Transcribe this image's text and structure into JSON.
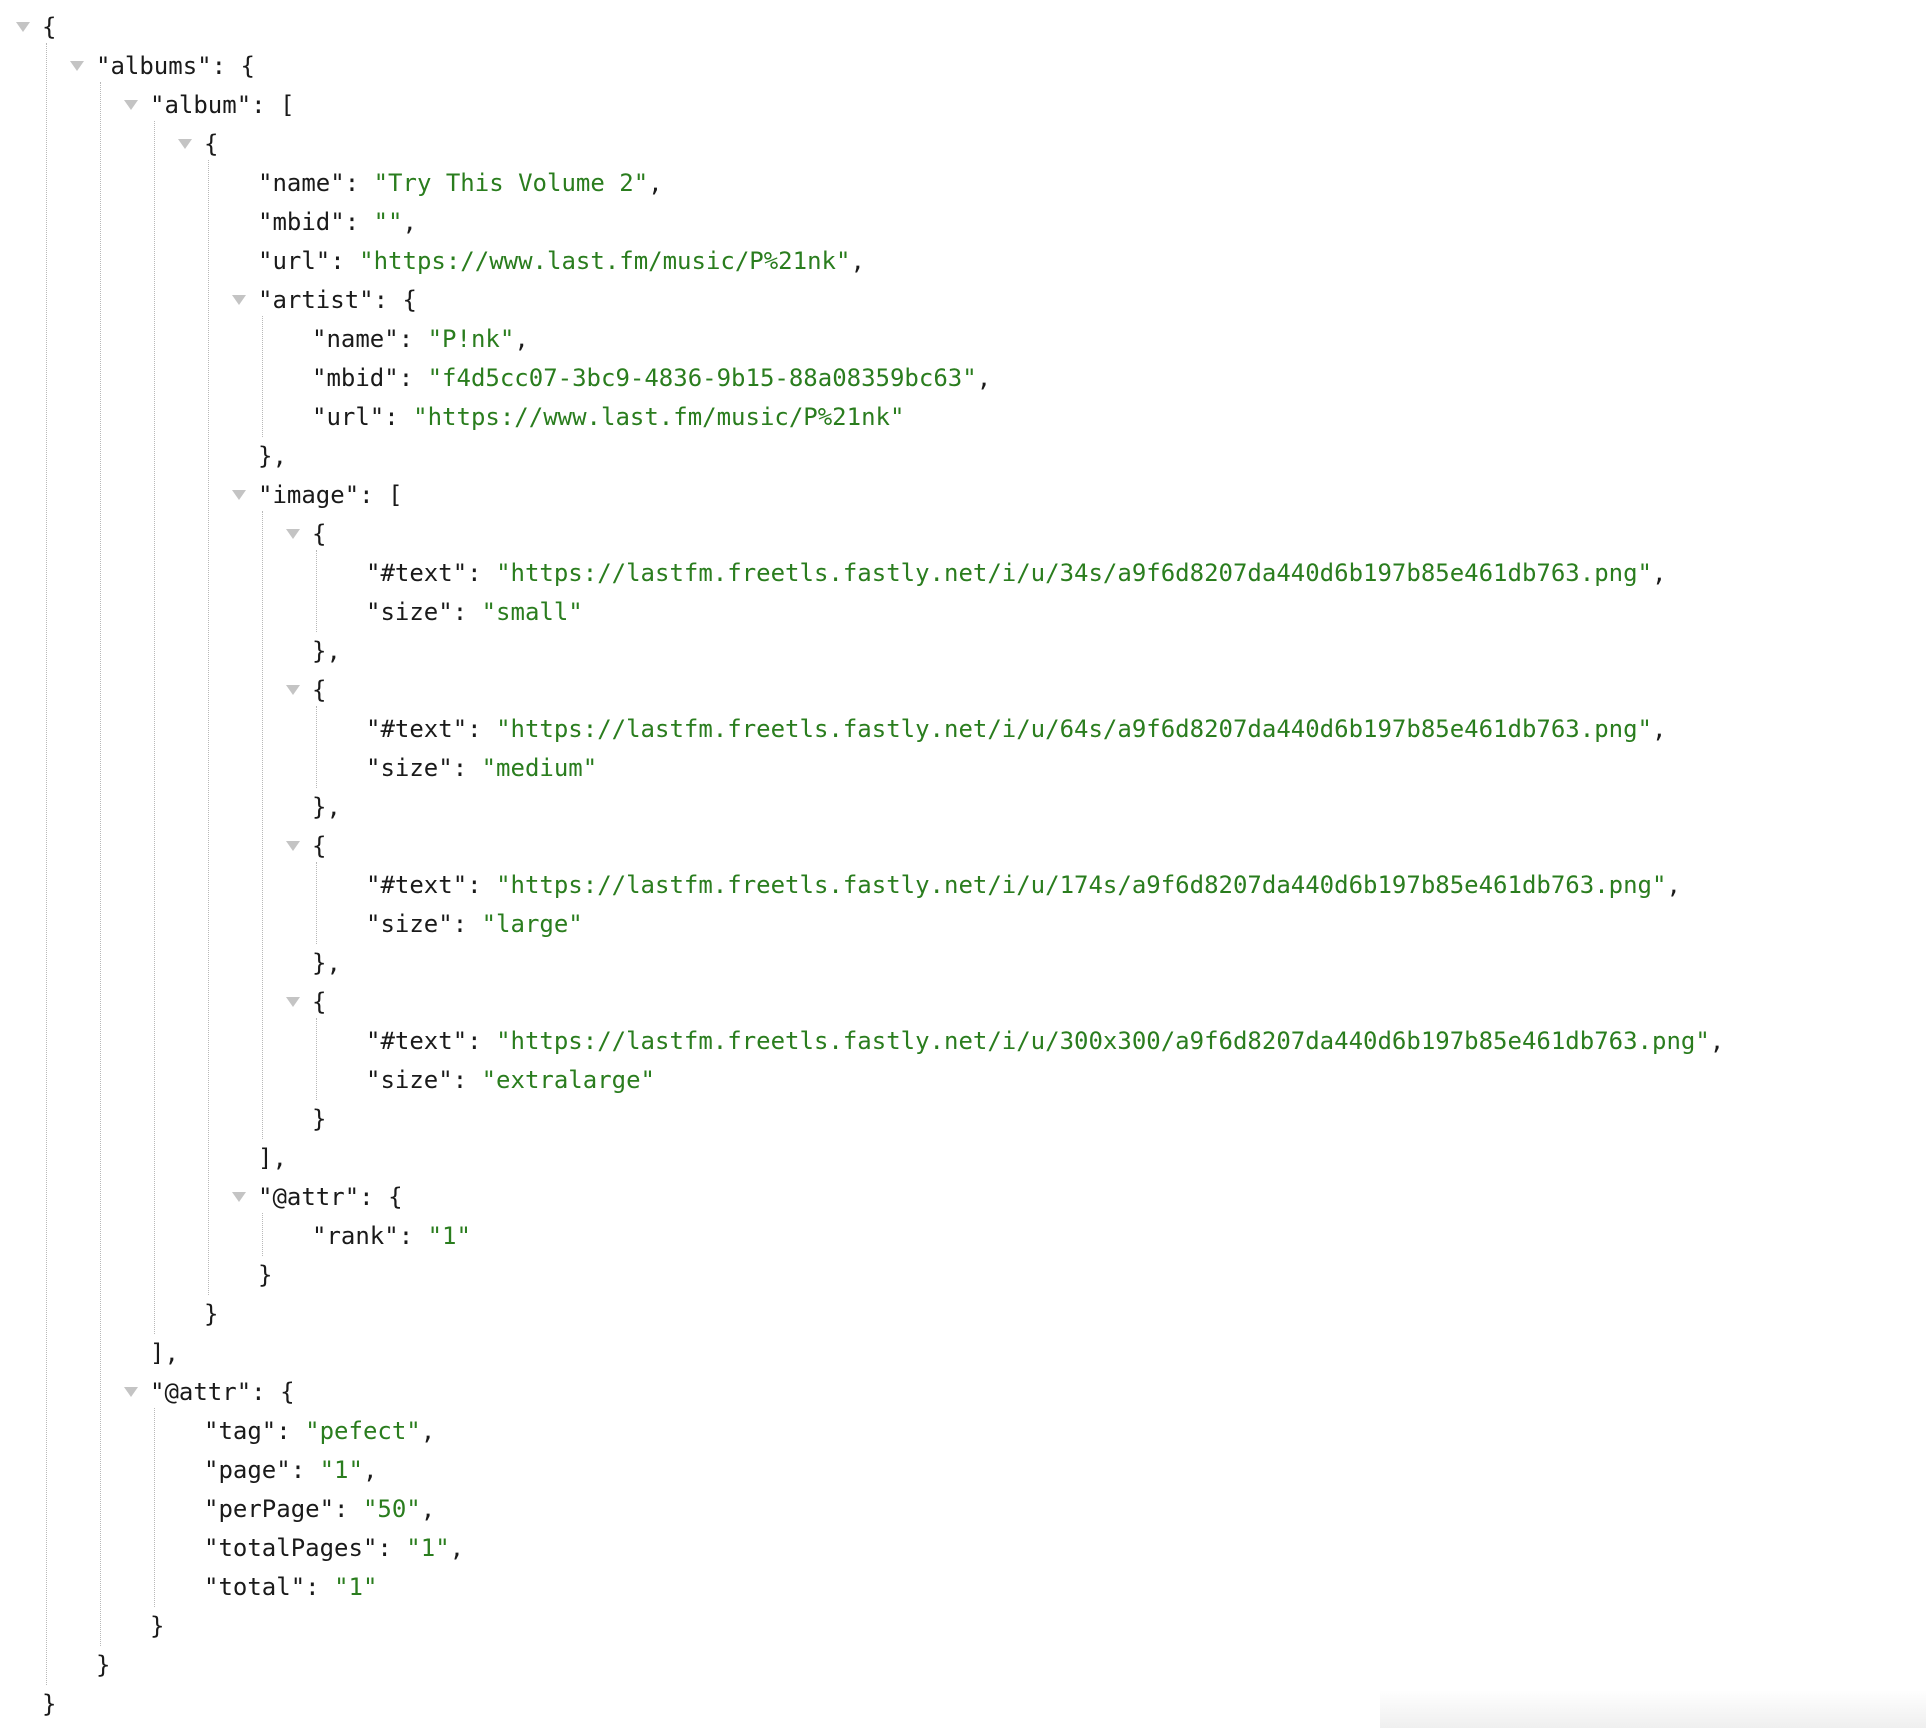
{
  "theme": {
    "key_color": "#1a1a1a",
    "string_color": "#2a7d1e",
    "toggle_color": "#c4c4c4",
    "guide_color": "#b8b8b8"
  },
  "lines": [
    {
      "indent": 0,
      "toggle": true,
      "key": "",
      "sep": "",
      "value": "",
      "tail": "{"
    },
    {
      "indent": 1,
      "toggle": true,
      "key": "\"albums\"",
      "sep": ": ",
      "value": "",
      "tail": "{"
    },
    {
      "indent": 2,
      "toggle": true,
      "key": "\"album\"",
      "sep": ": ",
      "value": "",
      "tail": "["
    },
    {
      "indent": 3,
      "toggle": true,
      "key": "",
      "sep": "",
      "value": "",
      "tail": "{"
    },
    {
      "indent": 4,
      "toggle": false,
      "key": "\"name\"",
      "sep": ": ",
      "value": "\"Try This Volume 2\"",
      "tail": ","
    },
    {
      "indent": 4,
      "toggle": false,
      "key": "\"mbid\"",
      "sep": ": ",
      "value": "\"\"",
      "tail": ","
    },
    {
      "indent": 4,
      "toggle": false,
      "key": "\"url\"",
      "sep": ": ",
      "value": "\"https://www.last.fm/music/P%21nk\"",
      "tail": ","
    },
    {
      "indent": 4,
      "toggle": true,
      "key": "\"artist\"",
      "sep": ": ",
      "value": "",
      "tail": "{"
    },
    {
      "indent": 5,
      "toggle": false,
      "key": "\"name\"",
      "sep": ": ",
      "value": "\"P!nk\"",
      "tail": ","
    },
    {
      "indent": 5,
      "toggle": false,
      "key": "\"mbid\"",
      "sep": ": ",
      "value": "\"f4d5cc07-3bc9-4836-9b15-88a08359bc63\"",
      "tail": ","
    },
    {
      "indent": 5,
      "toggle": false,
      "key": "\"url\"",
      "sep": ": ",
      "value": "\"https://www.last.fm/music/P%21nk\"",
      "tail": ""
    },
    {
      "indent": 4,
      "toggle": false,
      "key": "",
      "sep": "",
      "value": "",
      "tail": "},"
    },
    {
      "indent": 4,
      "toggle": true,
      "key": "\"image\"",
      "sep": ": ",
      "value": "",
      "tail": "["
    },
    {
      "indent": 5,
      "toggle": true,
      "key": "",
      "sep": "",
      "value": "",
      "tail": "{"
    },
    {
      "indent": 6,
      "toggle": false,
      "key": "\"#text\"",
      "sep": ": ",
      "value": "\"https://lastfm.freetls.fastly.net/i/u/34s/a9f6d8207da440d6b197b85e461db763.png\"",
      "tail": ","
    },
    {
      "indent": 6,
      "toggle": false,
      "key": "\"size\"",
      "sep": ": ",
      "value": "\"small\"",
      "tail": ""
    },
    {
      "indent": 5,
      "toggle": false,
      "key": "",
      "sep": "",
      "value": "",
      "tail": "},"
    },
    {
      "indent": 5,
      "toggle": true,
      "key": "",
      "sep": "",
      "value": "",
      "tail": "{"
    },
    {
      "indent": 6,
      "toggle": false,
      "key": "\"#text\"",
      "sep": ": ",
      "value": "\"https://lastfm.freetls.fastly.net/i/u/64s/a9f6d8207da440d6b197b85e461db763.png\"",
      "tail": ","
    },
    {
      "indent": 6,
      "toggle": false,
      "key": "\"size\"",
      "sep": ": ",
      "value": "\"medium\"",
      "tail": ""
    },
    {
      "indent": 5,
      "toggle": false,
      "key": "",
      "sep": "",
      "value": "",
      "tail": "},"
    },
    {
      "indent": 5,
      "toggle": true,
      "key": "",
      "sep": "",
      "value": "",
      "tail": "{"
    },
    {
      "indent": 6,
      "toggle": false,
      "key": "\"#text\"",
      "sep": ": ",
      "value": "\"https://lastfm.freetls.fastly.net/i/u/174s/a9f6d8207da440d6b197b85e461db763.png\"",
      "tail": ","
    },
    {
      "indent": 6,
      "toggle": false,
      "key": "\"size\"",
      "sep": ": ",
      "value": "\"large\"",
      "tail": ""
    },
    {
      "indent": 5,
      "toggle": false,
      "key": "",
      "sep": "",
      "value": "",
      "tail": "},"
    },
    {
      "indent": 5,
      "toggle": true,
      "key": "",
      "sep": "",
      "value": "",
      "tail": "{"
    },
    {
      "indent": 6,
      "toggle": false,
      "key": "\"#text\"",
      "sep": ": ",
      "value": "\"https://lastfm.freetls.fastly.net/i/u/300x300/a9f6d8207da440d6b197b85e461db763.png\"",
      "tail": ","
    },
    {
      "indent": 6,
      "toggle": false,
      "key": "\"size\"",
      "sep": ": ",
      "value": "\"extralarge\"",
      "tail": ""
    },
    {
      "indent": 5,
      "toggle": false,
      "key": "",
      "sep": "",
      "value": "",
      "tail": "}"
    },
    {
      "indent": 4,
      "toggle": false,
      "key": "",
      "sep": "",
      "value": "",
      "tail": "],"
    },
    {
      "indent": 4,
      "toggle": true,
      "key": "\"@attr\"",
      "sep": ": ",
      "value": "",
      "tail": "{"
    },
    {
      "indent": 5,
      "toggle": false,
      "key": "\"rank\"",
      "sep": ": ",
      "value": "\"1\"",
      "tail": ""
    },
    {
      "indent": 4,
      "toggle": false,
      "key": "",
      "sep": "",
      "value": "",
      "tail": "}"
    },
    {
      "indent": 3,
      "toggle": false,
      "key": "",
      "sep": "",
      "value": "",
      "tail": "}"
    },
    {
      "indent": 2,
      "toggle": false,
      "key": "",
      "sep": "",
      "value": "",
      "tail": "],"
    },
    {
      "indent": 2,
      "toggle": true,
      "key": "\"@attr\"",
      "sep": ": ",
      "value": "",
      "tail": "{"
    },
    {
      "indent": 3,
      "toggle": false,
      "key": "\"tag\"",
      "sep": ": ",
      "value": "\"pefect\"",
      "tail": ","
    },
    {
      "indent": 3,
      "toggle": false,
      "key": "\"page\"",
      "sep": ": ",
      "value": "\"1\"",
      "tail": ","
    },
    {
      "indent": 3,
      "toggle": false,
      "key": "\"perPage\"",
      "sep": ": ",
      "value": "\"50\"",
      "tail": ","
    },
    {
      "indent": 3,
      "toggle": false,
      "key": "\"totalPages\"",
      "sep": ": ",
      "value": "\"1\"",
      "tail": ","
    },
    {
      "indent": 3,
      "toggle": false,
      "key": "\"total\"",
      "sep": ": ",
      "value": "\"1\"",
      "tail": ""
    },
    {
      "indent": 2,
      "toggle": false,
      "key": "",
      "sep": "",
      "value": "",
      "tail": "}"
    },
    {
      "indent": 1,
      "toggle": false,
      "key": "",
      "sep": "",
      "value": "",
      "tail": "}"
    },
    {
      "indent": 0,
      "toggle": false,
      "key": "",
      "sep": "",
      "value": "",
      "tail": "}"
    }
  ]
}
